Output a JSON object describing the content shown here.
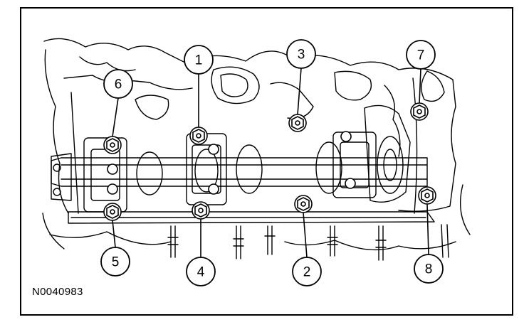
{
  "figure": {
    "id_label": "N0040983",
    "line_color": "#000000",
    "background": "#ffffff"
  },
  "callouts": [
    "1",
    "2",
    "3",
    "4",
    "5",
    "6",
    "7",
    "8"
  ]
}
